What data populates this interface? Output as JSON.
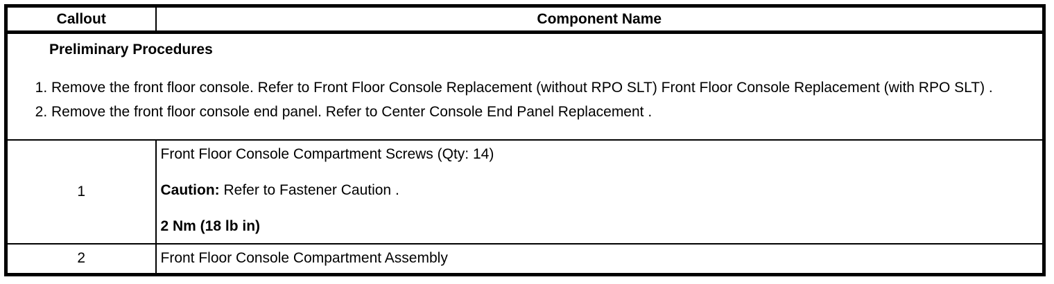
{
  "colors": {
    "background": "#ffffff",
    "border": "#000000",
    "text": "#000000"
  },
  "table": {
    "header": {
      "callout_label": "Callout",
      "component_label": "Component Name"
    },
    "preliminary": {
      "title": "Preliminary Procedures",
      "steps": [
        "Remove the front floor console. Refer to Front Floor Console Replacement (without RPO SLT) Front Floor Console Replacement (with RPO SLT) .",
        "Remove the front floor console end panel. Refer to Center Console End Panel Replacement ."
      ]
    },
    "rows": [
      {
        "callout": "1",
        "name": "Front Floor Console Compartment Screws (Qty: 14)",
        "caution_label": "Caution:",
        "caution_text": " Refer to Fastener Caution .",
        "torque": "2 Nm (18 lb in)"
      },
      {
        "callout": "2",
        "name": "Front Floor Console Compartment Assembly"
      }
    ]
  }
}
